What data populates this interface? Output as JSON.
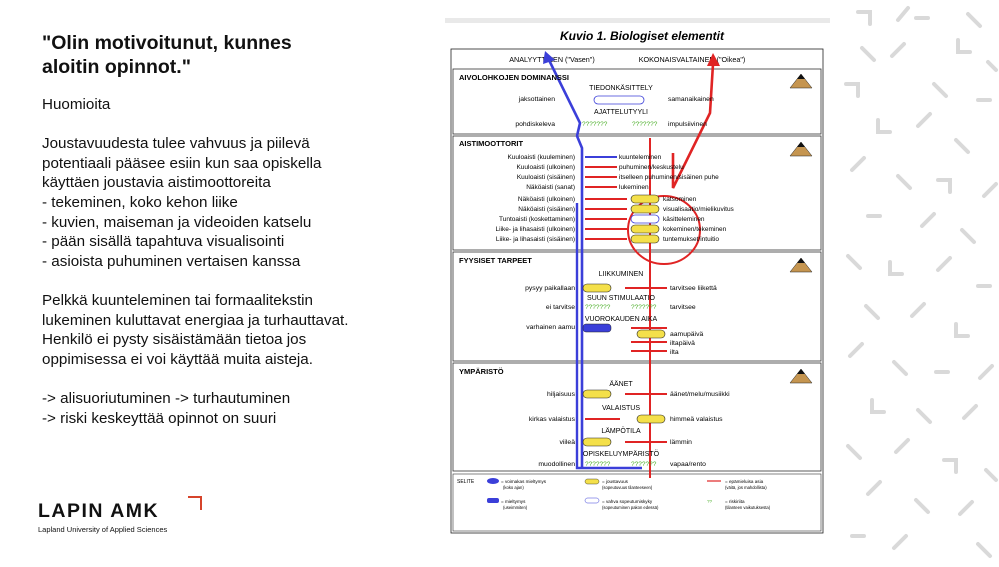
{
  "slide": {
    "title_line1": "\"Olin motivoitunut, kunnes",
    "title_line2": "aloitin opinnot.\"",
    "body_lines": [
      "Huomioita",
      "",
      "Joustavuudesta tulee vahvuus ja piilevä",
      "potentiaali pääsee esiin kun saa opiskella",
      "käyttäen joustavia aistimoottoreita",
      "- tekeminen, koko kehon liike",
      "- kuvien, maiseman ja videoiden katselu",
      "- pään sisällä tapahtuva visualisointi",
      "- asioista puhuminen vertaisen kanssa",
      "",
      "Pelkkä kuunteleminen tai formaalitekstin",
      "lukeminen kuluttavat energiaa ja turhauttavat.",
      "Henkilö ei pysty sisäistämään tietoa jos",
      "oppimisessa ei voi käyttää muita aisteja.",
      "",
      "-> alisuoriutuminen -> turhautuminen",
      "-> riski keskeyttää opinnot on suuri"
    ]
  },
  "logo": {
    "name": "LAPIN AMK",
    "subtitle": "Lapland University of Applied Sciences",
    "accent_color": "#d6442b"
  },
  "figure": {
    "title": "Kuvio 1. Biologiset elementit",
    "left_heading": "ANALYYTTINEN (\"Vasen\")",
    "right_heading": "KOKONAISVALTAINEN (\"Oikea\")",
    "sections": {
      "s1": {
        "title": "AIVOLOHKOJEN DOMINANSSI",
        "tiedonkasittely": "TIEDONKÄSITTELY",
        "ajattelutyyli": "AJATTELUTYYLI",
        "left_1": "jaksottainen",
        "right_1": "samanaikainen",
        "left_2": "pohdiskeleva",
        "right_2": "impulsiivinen"
      },
      "s2": {
        "title": "AISTIMOOTTORIT",
        "rows": [
          {
            "left": "Kuuloaisti (kuuleminen)",
            "right": "kuunteleminen"
          },
          {
            "left": "Kuuloaisti (ulkoinen)",
            "right": "puhuminen/keskustelu"
          },
          {
            "left": "Kuuloaisti (sisäinen)",
            "right": "itselleen puhuminen/sisäinen puhe"
          },
          {
            "left": "Näköaisti (sanat)",
            "right": "lukeminen"
          },
          {
            "left": "Näköaisti (ulkoinen)",
            "right": "katsominen"
          },
          {
            "left": "Näköaisti (sisäinen)",
            "right": "visualisaatio/mielikuvitus"
          },
          {
            "left": "Tuntoaisti (koskettaminen)",
            "right": "käsitteleminen"
          },
          {
            "left": "Liike- ja lihasaisti (ulkoinen)",
            "right": "kokeminen/tekeminen"
          },
          {
            "left": "Liike- ja lihasaisti (sisäinen)",
            "right": "tuntemukset/intuitio"
          }
        ]
      },
      "s3": {
        "title": "FYYSISET TARPEET",
        "liikkuminen": "LIIKKUMINEN",
        "liike_left": "pysyy paikallaan",
        "liike_right": "tarvitsee liikettä",
        "suun": "SUUN STIMULAATIO",
        "suun_left": "ei tarvitse",
        "suun_right": "tarvitsee",
        "vuorokauden": "VUOROKAUDEN AIKA",
        "vuoro_left": "varhainen aamu",
        "vuoro_right_1": "aamupäivä",
        "vuoro_right_2": "iltapäivä",
        "vuoro_right_3": "ilta"
      },
      "s4": {
        "title": "YMPÄRISTÖ",
        "aanet": "ÄÄNET",
        "aanet_left": "hiljaisuus",
        "aanet_right": "äänet/melu/musiikki",
        "valaistus": "VALAISTUS",
        "val_left": "kirkas valaistus",
        "val_right": "himmeä valaistus",
        "lampotila": "LÄMPÖTILA",
        "lam_left": "viileä",
        "lam_right": "lämmin",
        "opiskelu": "OPISKELUYMPÄRISTÖ",
        "opi_left": "muodollinen",
        "opi_right": "vapaa/rento"
      }
    },
    "question_marks": "???????",
    "legend": {
      "selite": "SELITE",
      "l1": "= voimakas mieltymys",
      "l1b": "(koko ajan)",
      "l2": "= mieltymys",
      "l2b": "(useimmiten)",
      "l3": "= joustavuus",
      "l3b": "(sopeutuvuus tilanteeseen)",
      "l4": "= vahva sopeutumiskyky",
      "l4b": "(sopeutuminen pakon edessä)",
      "l5": "= epämieluisa asia",
      "l5b": "(väitä, jos mahdollista)",
      "l6": "= riskiriita",
      "l6b": "(tilanteen vaikutuksesta)"
    }
  },
  "colors": {
    "blue": "#3b3fd9",
    "red": "#e02424",
    "yellow": "#f4e04a",
    "green": "#4caf2a"
  }
}
